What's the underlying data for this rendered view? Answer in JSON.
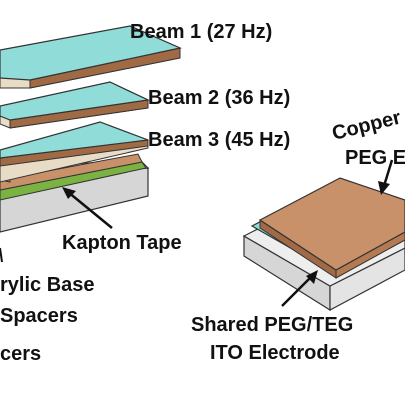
{
  "labels": {
    "beam1": "Beam 1 (27 Hz)",
    "beam2": "Beam 2 (36 Hz)",
    "beam3": "Beam 3 (45 Hz)",
    "kapton": "Kapton Tape",
    "acrylic": "rylic Base",
    "spacers": "Spacers",
    "cers": "cers",
    "copper_line1": "Copper",
    "copper_line2": "PEG E",
    "shared_line1": "Shared PEG/TEG",
    "shared_line2": "ITO Electrode"
  },
  "colors": {
    "cyan_top": "#8fdcd8",
    "cyan_side": "#5bbcb8",
    "copper_top": "#c8916a",
    "copper_side": "#a06a45",
    "cream_side": "#e8dcc6",
    "green": "#7ab342",
    "base_top": "#eeeeee",
    "base_side": "#d6d6d6"
  }
}
